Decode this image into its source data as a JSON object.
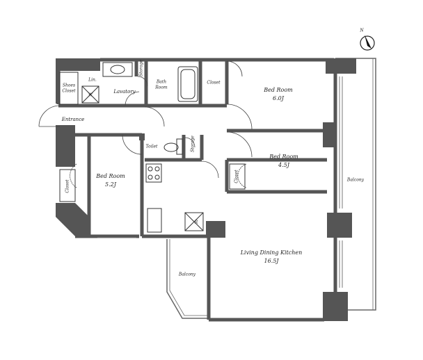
{
  "rooms": {
    "bedroom_a": {
      "name": "Bed Room",
      "size": "6.0J"
    },
    "bedroom_b": {
      "name": "Bed Room",
      "size": "4.5J"
    },
    "bedroom_c": {
      "name": "Bed Room",
      "size": "5.2J"
    },
    "ldk": {
      "name": "Living Dining Kitchen",
      "size": "16.5J"
    }
  },
  "labels": {
    "shoes_closet_1": "Shoes",
    "shoes_closet_2": "Closet",
    "lin": "Lin.",
    "washer": "W",
    "lavatory": "Lavatory",
    "storage_top": "Storage",
    "bath_1": "Bath",
    "bath_2": "Room",
    "closet_top": "Closet",
    "entrance": "Entrance",
    "toilet": "Toilet",
    "storage_mid": "Storage",
    "closet_left": "Closet",
    "closet_mid": "Closet",
    "balcony_east": "Balcony",
    "balcony_south": "Balcony",
    "fridge": "R"
  },
  "compass": {
    "label": "N"
  }
}
